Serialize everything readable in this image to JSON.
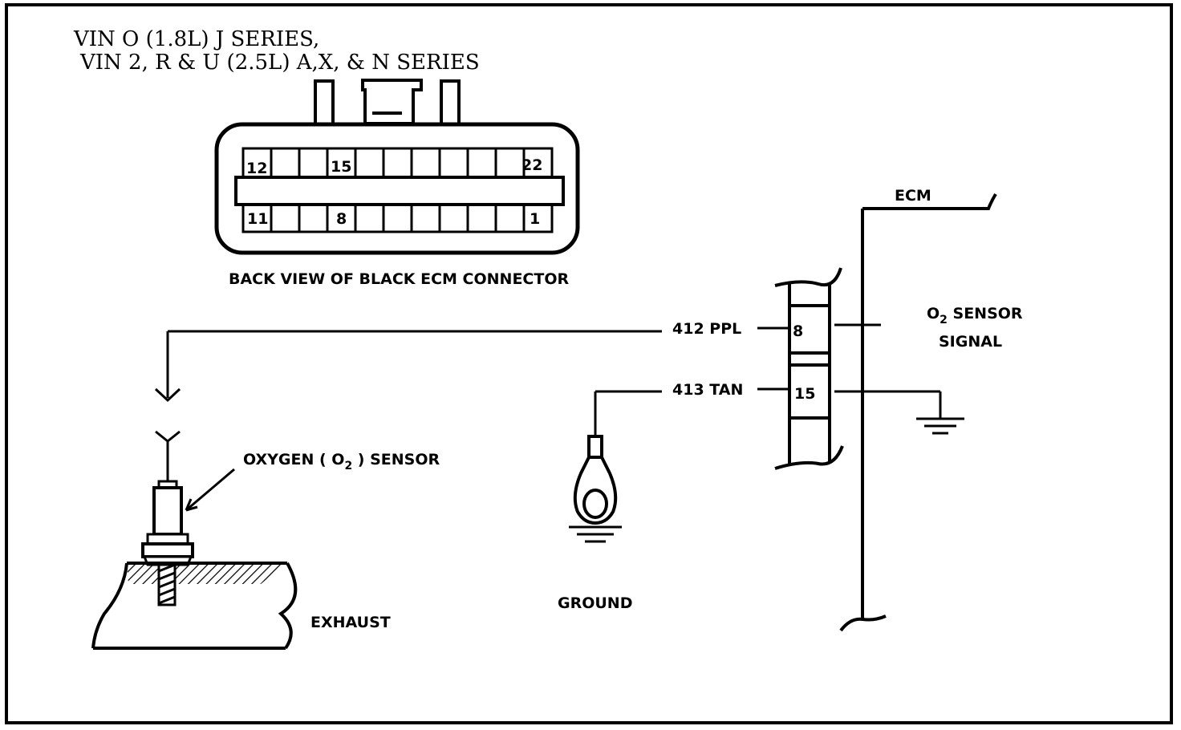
{
  "header": {
    "line1": "VIN O (1.8L) J SERIES,",
    "line2": "VIN 2, R & U (2.5L) A,X, & N SERIES"
  },
  "connector": {
    "caption": "BACK VIEW OF BLACK ECM CONNECTOR",
    "top_pins": [
      "12",
      "15",
      "22"
    ],
    "bottom_pins": [
      "11",
      "8",
      "1"
    ]
  },
  "ecm": {
    "label": "ECM",
    "pin_a": "8",
    "pin_b": "15",
    "signal_line1": "O",
    "signal_sub": "2",
    "signal_line1_tail": " SENSOR",
    "signal_line2": "SIGNAL"
  },
  "wires": {
    "wire_a": "412 PPL",
    "wire_b": "413 TAN"
  },
  "sensor": {
    "label_pre": "OXYGEN ( O",
    "label_sub": "2",
    "label_post": " ) SENSOR"
  },
  "ground": {
    "label": "GROUND"
  },
  "exhaust": {
    "label": "EXHAUST"
  },
  "colors": {
    "ink": "#000000",
    "paper": "#ffffff"
  }
}
